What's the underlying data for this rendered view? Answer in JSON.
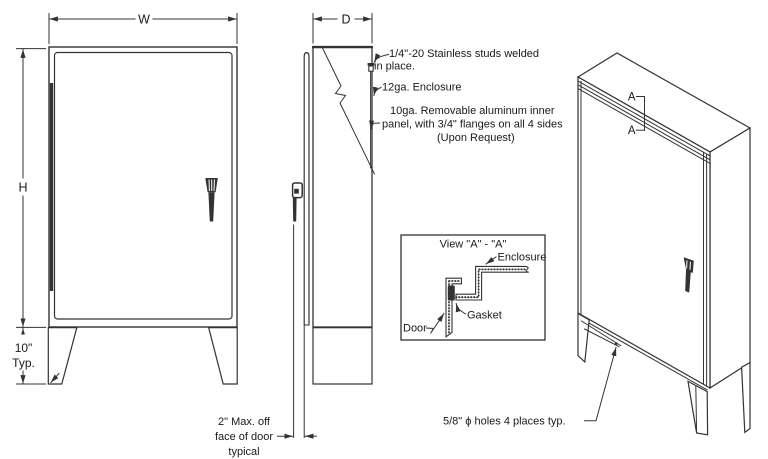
{
  "colors": {
    "line": "#333333",
    "text": "#1a1a1a",
    "background": "#ffffff"
  },
  "front_view": {
    "width_label": "W",
    "height_label": "H",
    "leg_dim_line1": "10\"",
    "leg_dim_line2": "Typ."
  },
  "side_view": {
    "depth_label": "D",
    "studs_note_line1": "1/4\"-20 Stainless studs welded",
    "studs_note_line2": "in place.",
    "enclosure_note": "12ga. Enclosure",
    "panel_note_line1": "10ga. Removable aluminum inner",
    "panel_note_line2": "panel, with 3/4\" flanges on all 4 sides",
    "panel_note_line3": "(Upon Request)",
    "offset_note_line1": "2\" Max. off",
    "offset_note_line2": "face of door",
    "offset_note_line3": "typical"
  },
  "detail_view": {
    "title": "View \"A\" - \"A\"",
    "enclosure_label": "Enclosure",
    "gasket_label": "Gasket",
    "door_label": "Door"
  },
  "iso_view": {
    "section_label_top": "A",
    "section_label_bottom": "A",
    "holes_note": "5/8\" ϕ holes 4 places typ."
  }
}
